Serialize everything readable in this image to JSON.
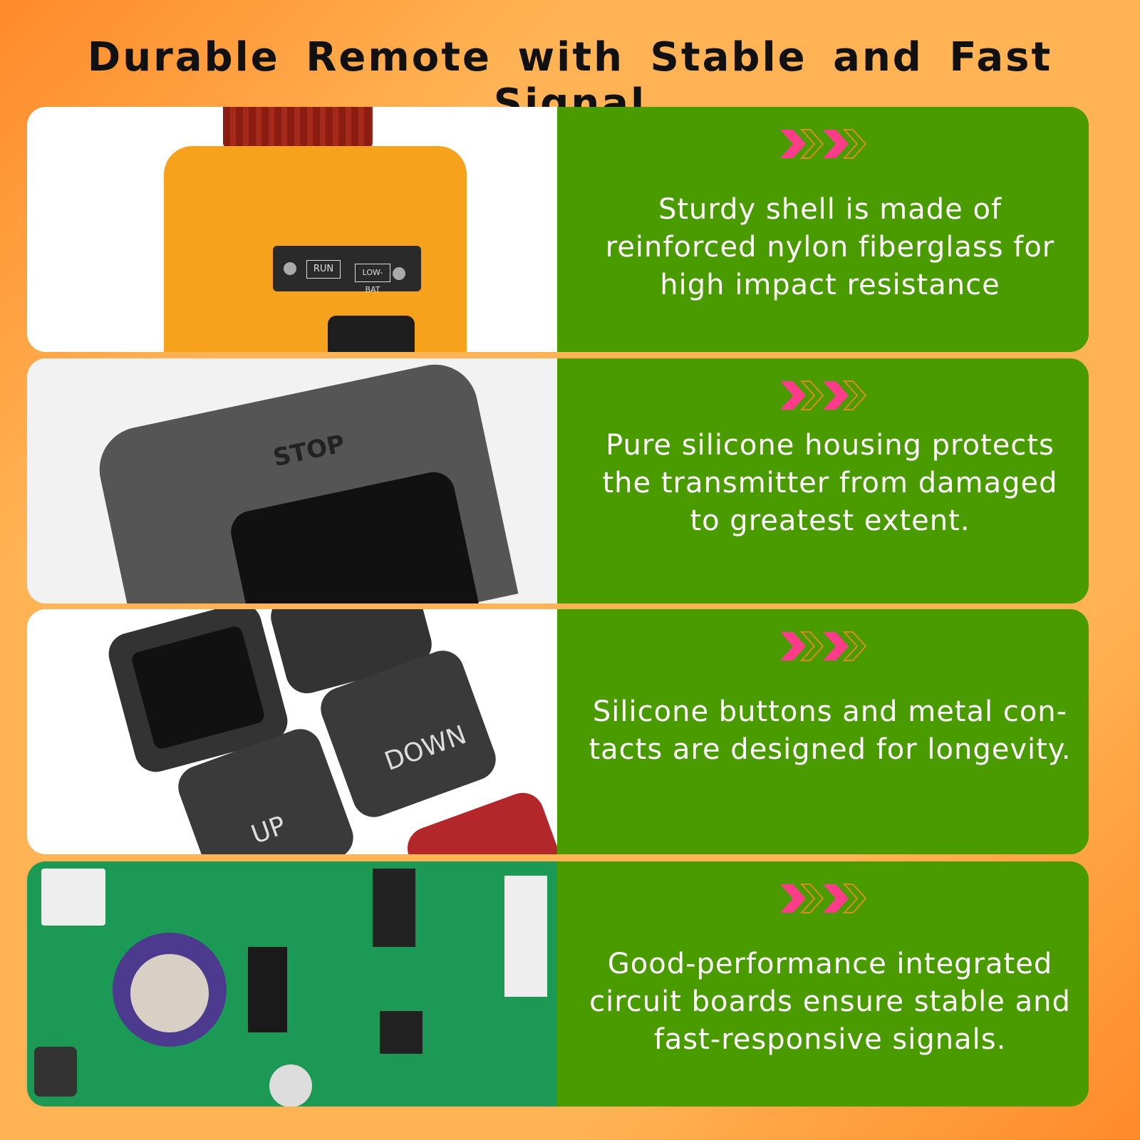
{
  "title": "Durable Remote with Stable and Fast Signal",
  "colors": {
    "panel_green": "#4a9b00",
    "chevron_pink": "#ff3c8a",
    "chevron_outline": "#d98a2a",
    "background_orange": "#ffb354"
  },
  "features": [
    {
      "image": "orange-remote-photo",
      "text": "Sturdy shell is made of reinforced nylon fiberglass for high impact resistance",
      "labels": [
        "RUN",
        "LOW-BAT"
      ]
    },
    {
      "image": "silicone-housing-photo",
      "text": "Pure silicone housing protects the transmitter from damaged to greatest extent.",
      "labels": [
        "STOP"
      ]
    },
    {
      "image": "silicone-buttons-photo",
      "text": "Silicone buttons and metal con-tacts are designed for longevity.",
      "labels": [
        "DOWN",
        "UP"
      ]
    },
    {
      "image": "circuit-board-photo",
      "text": "Good-performance integrated circuit boards ensure stable and fast-responsive signals.",
      "labels": []
    }
  ]
}
